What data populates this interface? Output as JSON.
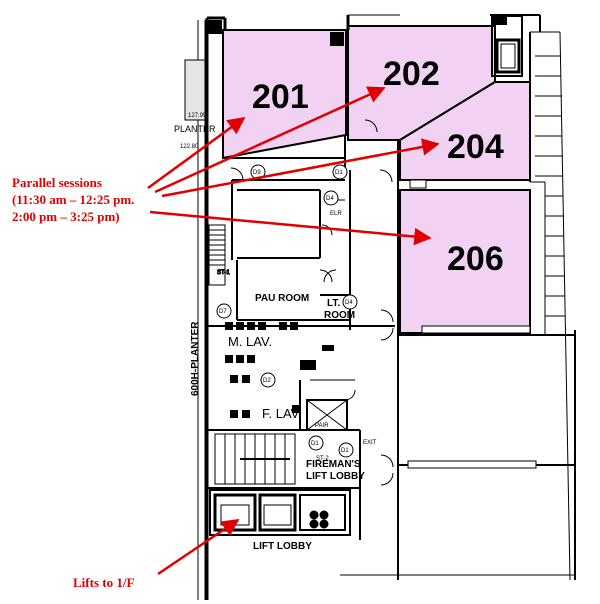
{
  "rooms": {
    "r201": "201",
    "r202": "202",
    "r204": "204",
    "r206": "206"
  },
  "labels": {
    "pau_room": "PAU ROOM",
    "lt_room_1": "LT.",
    "lt_room_2": "ROOM",
    "m_lav": "M. LAV.",
    "f_lav": "F. LAV",
    "firemans_1": "FIREMAN'S",
    "firemans_2": "LIFT LOBBY",
    "lift_lobby": "LIFT LOBBY",
    "planter": "PLANTER",
    "planter_side": "600H-PLANTER",
    "elev_1": "127.95",
    "elev_2": "122.80",
    "st1": "ST-1",
    "st2": "ST-2",
    "exit": "EXIT",
    "elr": "ELR",
    "pair": "PAIR",
    "d09": "D9",
    "d01a": "D1",
    "d04a": "D4",
    "d04b": "D4",
    "d07": "D7",
    "d02": "D2",
    "d01b": "D1",
    "d01c": "D1"
  },
  "annotations": {
    "parallel_title": "Parallel sessions",
    "parallel_time1": "(11:30 am – 12:25 pm.",
    "parallel_time2": "2:00 pm – 3:25 pm)",
    "lifts": "Lifts to 1/F"
  },
  "colors": {
    "room_fill": "#f2d2f2",
    "annotation": "#e00000",
    "line": "#000000"
  }
}
